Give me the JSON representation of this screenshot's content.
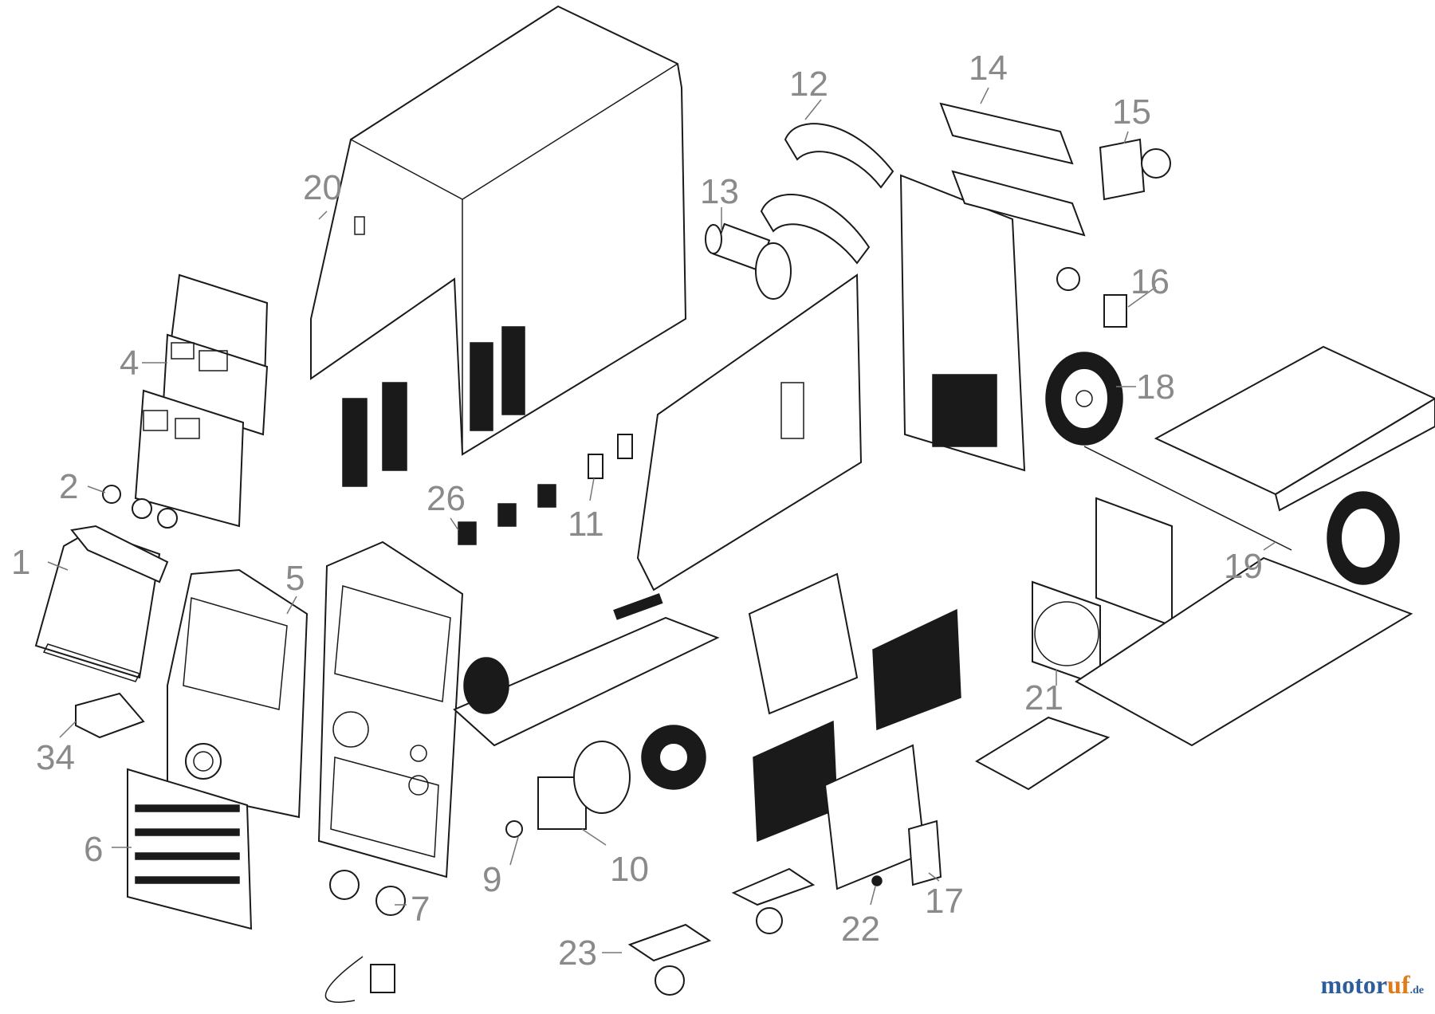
{
  "callouts": [
    {
      "id": "1",
      "text": "1"
    },
    {
      "id": "2",
      "text": "2"
    },
    {
      "id": "4",
      "text": "4"
    },
    {
      "id": "5",
      "text": "5"
    },
    {
      "id": "6",
      "text": "6"
    },
    {
      "id": "7",
      "text": "7"
    },
    {
      "id": "9",
      "text": "9"
    },
    {
      "id": "10",
      "text": "10"
    },
    {
      "id": "11",
      "text": "11"
    },
    {
      "id": "12",
      "text": "12"
    },
    {
      "id": "13",
      "text": "13"
    },
    {
      "id": "14",
      "text": "14"
    },
    {
      "id": "15",
      "text": "15"
    },
    {
      "id": "16",
      "text": "16"
    },
    {
      "id": "17",
      "text": "17"
    },
    {
      "id": "18",
      "text": "18"
    },
    {
      "id": "19",
      "text": "19"
    },
    {
      "id": "20",
      "text": "20"
    },
    {
      "id": "21",
      "text": "21"
    },
    {
      "id": "22",
      "text": "22"
    },
    {
      "id": "23",
      "text": "23"
    },
    {
      "id": "26",
      "text": "26"
    },
    {
      "id": "34",
      "text": "34"
    }
  ],
  "watermark": {
    "brand_a": "motor",
    "brand_b": "uf",
    "suffix": ".de"
  },
  "colors": {
    "callout": "#8a8a8a",
    "line": "#1a1a1a",
    "brand_blue": "#2d5d9b",
    "brand_orange": "#e07b1a"
  }
}
